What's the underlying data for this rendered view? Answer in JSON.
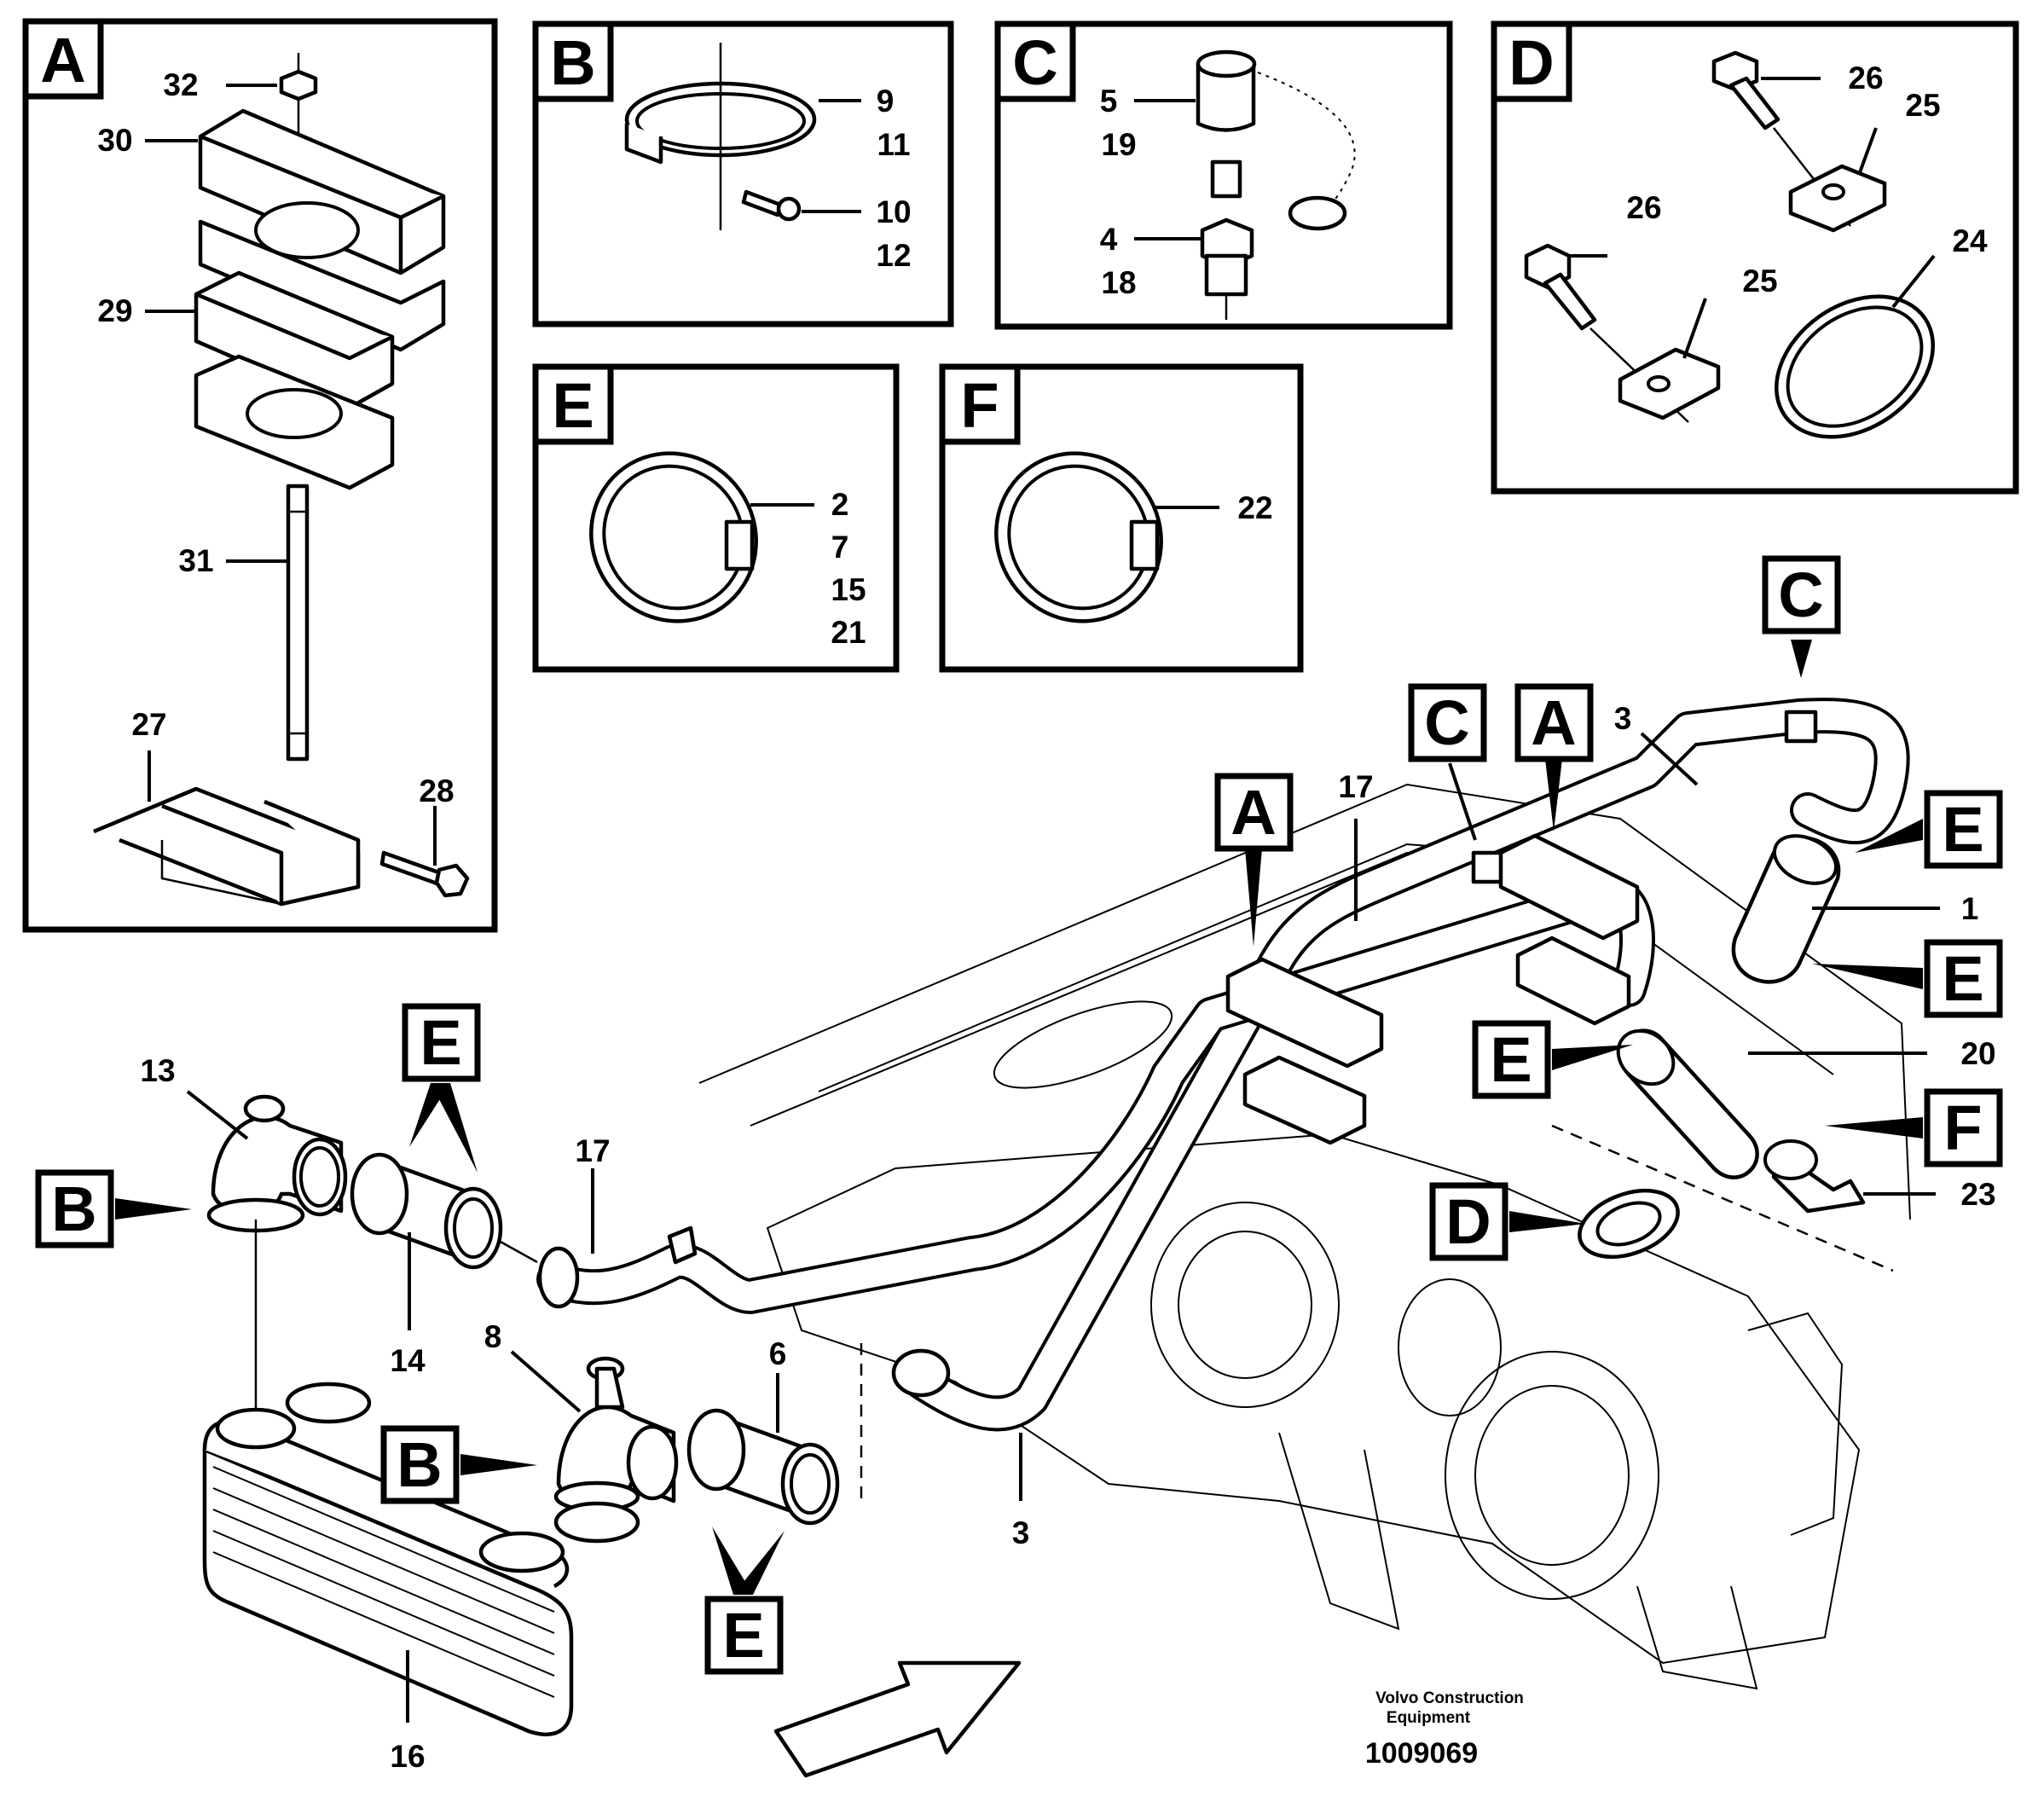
{
  "detail_boxes": {
    "A": {
      "tag": "A",
      "parts": {
        "p32": "32",
        "p30": "30",
        "p29": "29",
        "p31": "31",
        "p27": "27",
        "p28": "28"
      }
    },
    "B": {
      "tag": "B",
      "parts": {
        "p9": "9",
        "p11": "11",
        "p10": "10",
        "p12": "12"
      }
    },
    "C": {
      "tag": "C",
      "parts": {
        "p5": "5",
        "p19": "19",
        "p4": "4",
        "p18": "18"
      }
    },
    "D": {
      "tag": "D",
      "parts": {
        "p26a": "26",
        "p25a": "25",
        "p26b": "26",
        "p25b": "25",
        "p24": "24"
      }
    },
    "E": {
      "tag": "E",
      "parts": {
        "p2": "2",
        "p7": "7",
        "p15": "15",
        "p21": "21"
      }
    },
    "F": {
      "tag": "F",
      "parts": {
        "p22": "22"
      }
    }
  },
  "main": {
    "callouts": {
      "c_top": "C",
      "c_mid": "C",
      "a_mid": "A",
      "a_left": "A",
      "e_r1": "E",
      "e_r2": "E",
      "e_mid": "E",
      "e_left": "E",
      "e_bottom": "E",
      "f_right": "F",
      "d_mid": "D",
      "b_left": "B",
      "b_low": "B"
    },
    "parts": {
      "n3_top": "3",
      "n17_top": "17",
      "n1": "1",
      "n20": "20",
      "n23": "23",
      "n13": "13",
      "n17_left": "17",
      "n14": "14",
      "n8": "8",
      "n6": "6",
      "n3_bottom": "3",
      "n16": "16"
    }
  },
  "footer": {
    "brand_line1": "Volvo Construction",
    "brand_line2": "Equipment",
    "drawing_number": "1009069"
  }
}
